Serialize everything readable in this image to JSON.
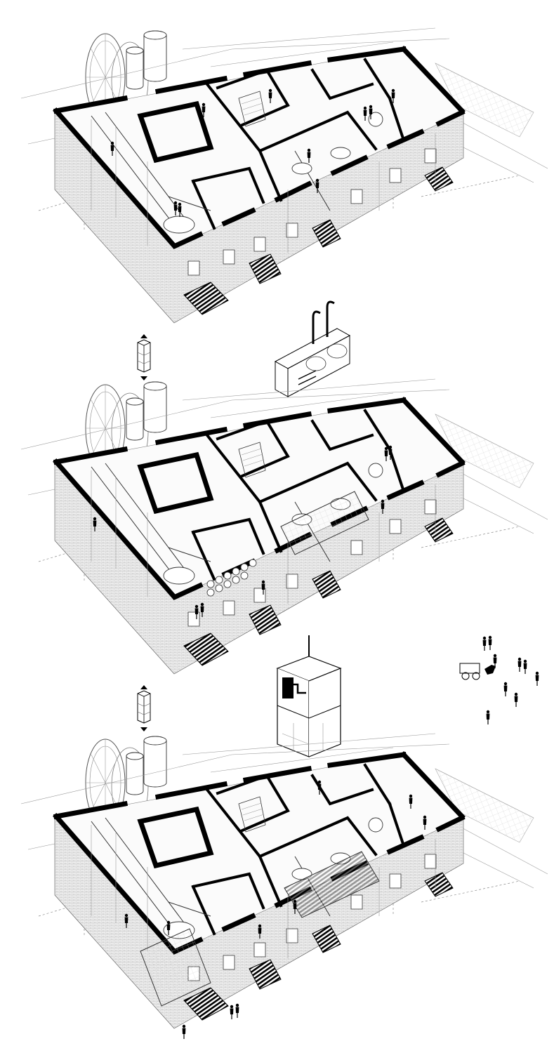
{
  "diagram": {
    "levels": [
      {
        "id": "upper-floor",
        "order": 1
      },
      {
        "id": "middle-floor",
        "order": 2
      },
      {
        "id": "ground-floor",
        "order": 3
      }
    ],
    "connectors": [
      {
        "id": "elevator-symbol-1",
        "icon": "elevator-up-down-icon"
      },
      {
        "id": "elevator-symbol-2",
        "icon": "elevator-up-down-icon"
      }
    ],
    "details": [
      {
        "id": "detail-brewing-tanks",
        "icon": "tank-cabinet-icon"
      },
      {
        "id": "detail-lift-cage",
        "icon": "lift-cage-icon"
      }
    ],
    "colors": {
      "ink": "#000000",
      "line": "#9a9a9a",
      "paper": "#ffffff"
    }
  }
}
